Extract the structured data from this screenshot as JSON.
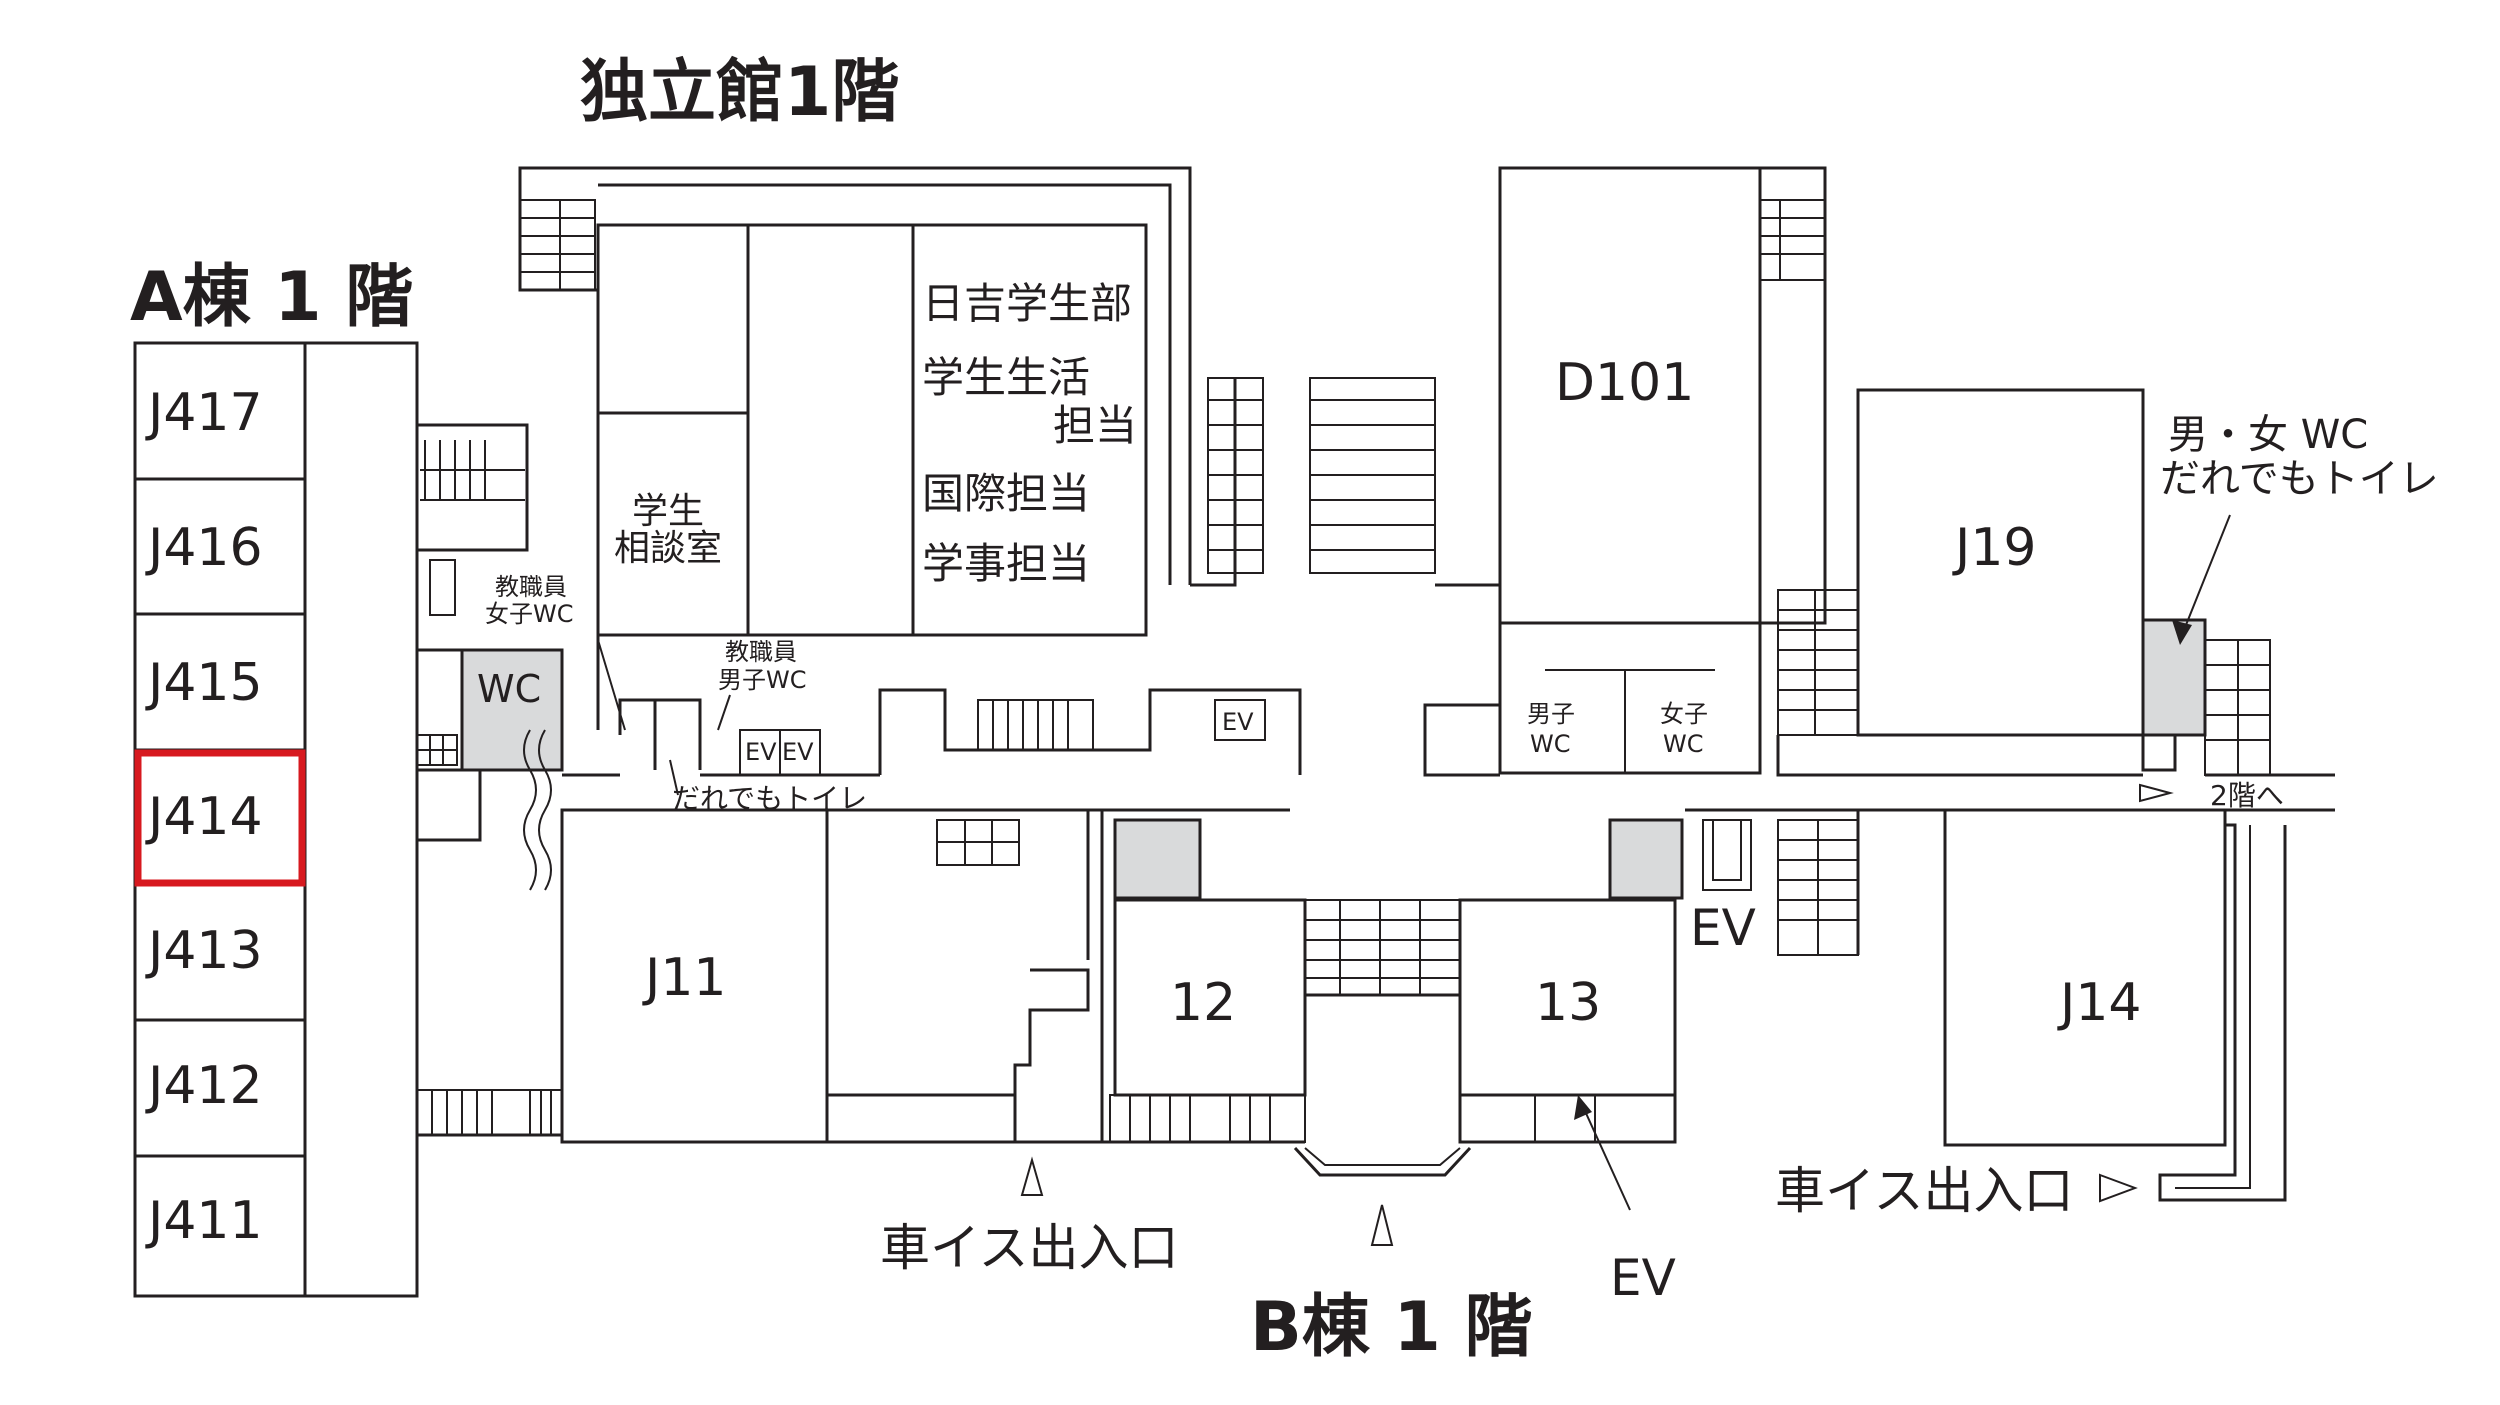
{
  "titles": {
    "dokuritsukan": "独立館1階",
    "a_building": "A棟 1 階",
    "b_building": "B棟 1 階"
  },
  "a_rooms": [
    "J417",
    "J416",
    "J415",
    "J414",
    "J413",
    "J412",
    "J411"
  ],
  "highlighted_room": "J414",
  "rooms": {
    "d101": "D101",
    "j19": "J19",
    "j11": "J11",
    "r12": "12",
    "r13": "13",
    "j14": "J14"
  },
  "offices": [
    "日吉学生部",
    "学生生活",
    "担当",
    "国際担当",
    "学事担当"
  ],
  "counseling": [
    "学生",
    "相談室"
  ],
  "wc": {
    "a_wc": "WC",
    "staff_female": [
      "教職員",
      "女子WC"
    ],
    "staff_male": [
      "教職員",
      "男子WC"
    ],
    "male_wc": [
      "男子",
      "WC"
    ],
    "female_wc": [
      "女子",
      "WC"
    ],
    "j19_wc": [
      "男・女 WC",
      "だれでもトイレ"
    ],
    "universal": "だれでもトイレ"
  },
  "ev": {
    "small": "EV",
    "b_left": "EV",
    "b_right": "EV",
    "label_lower": "EV"
  },
  "entrances": {
    "wheelchair_1": "車イス出入口",
    "wheelchair_2": "車イス出入口",
    "to_2f": "2階へ"
  },
  "colors": {
    "highlight": "#d7191f",
    "wc_fill": "#d9dadb",
    "ink": "#231f20"
  }
}
